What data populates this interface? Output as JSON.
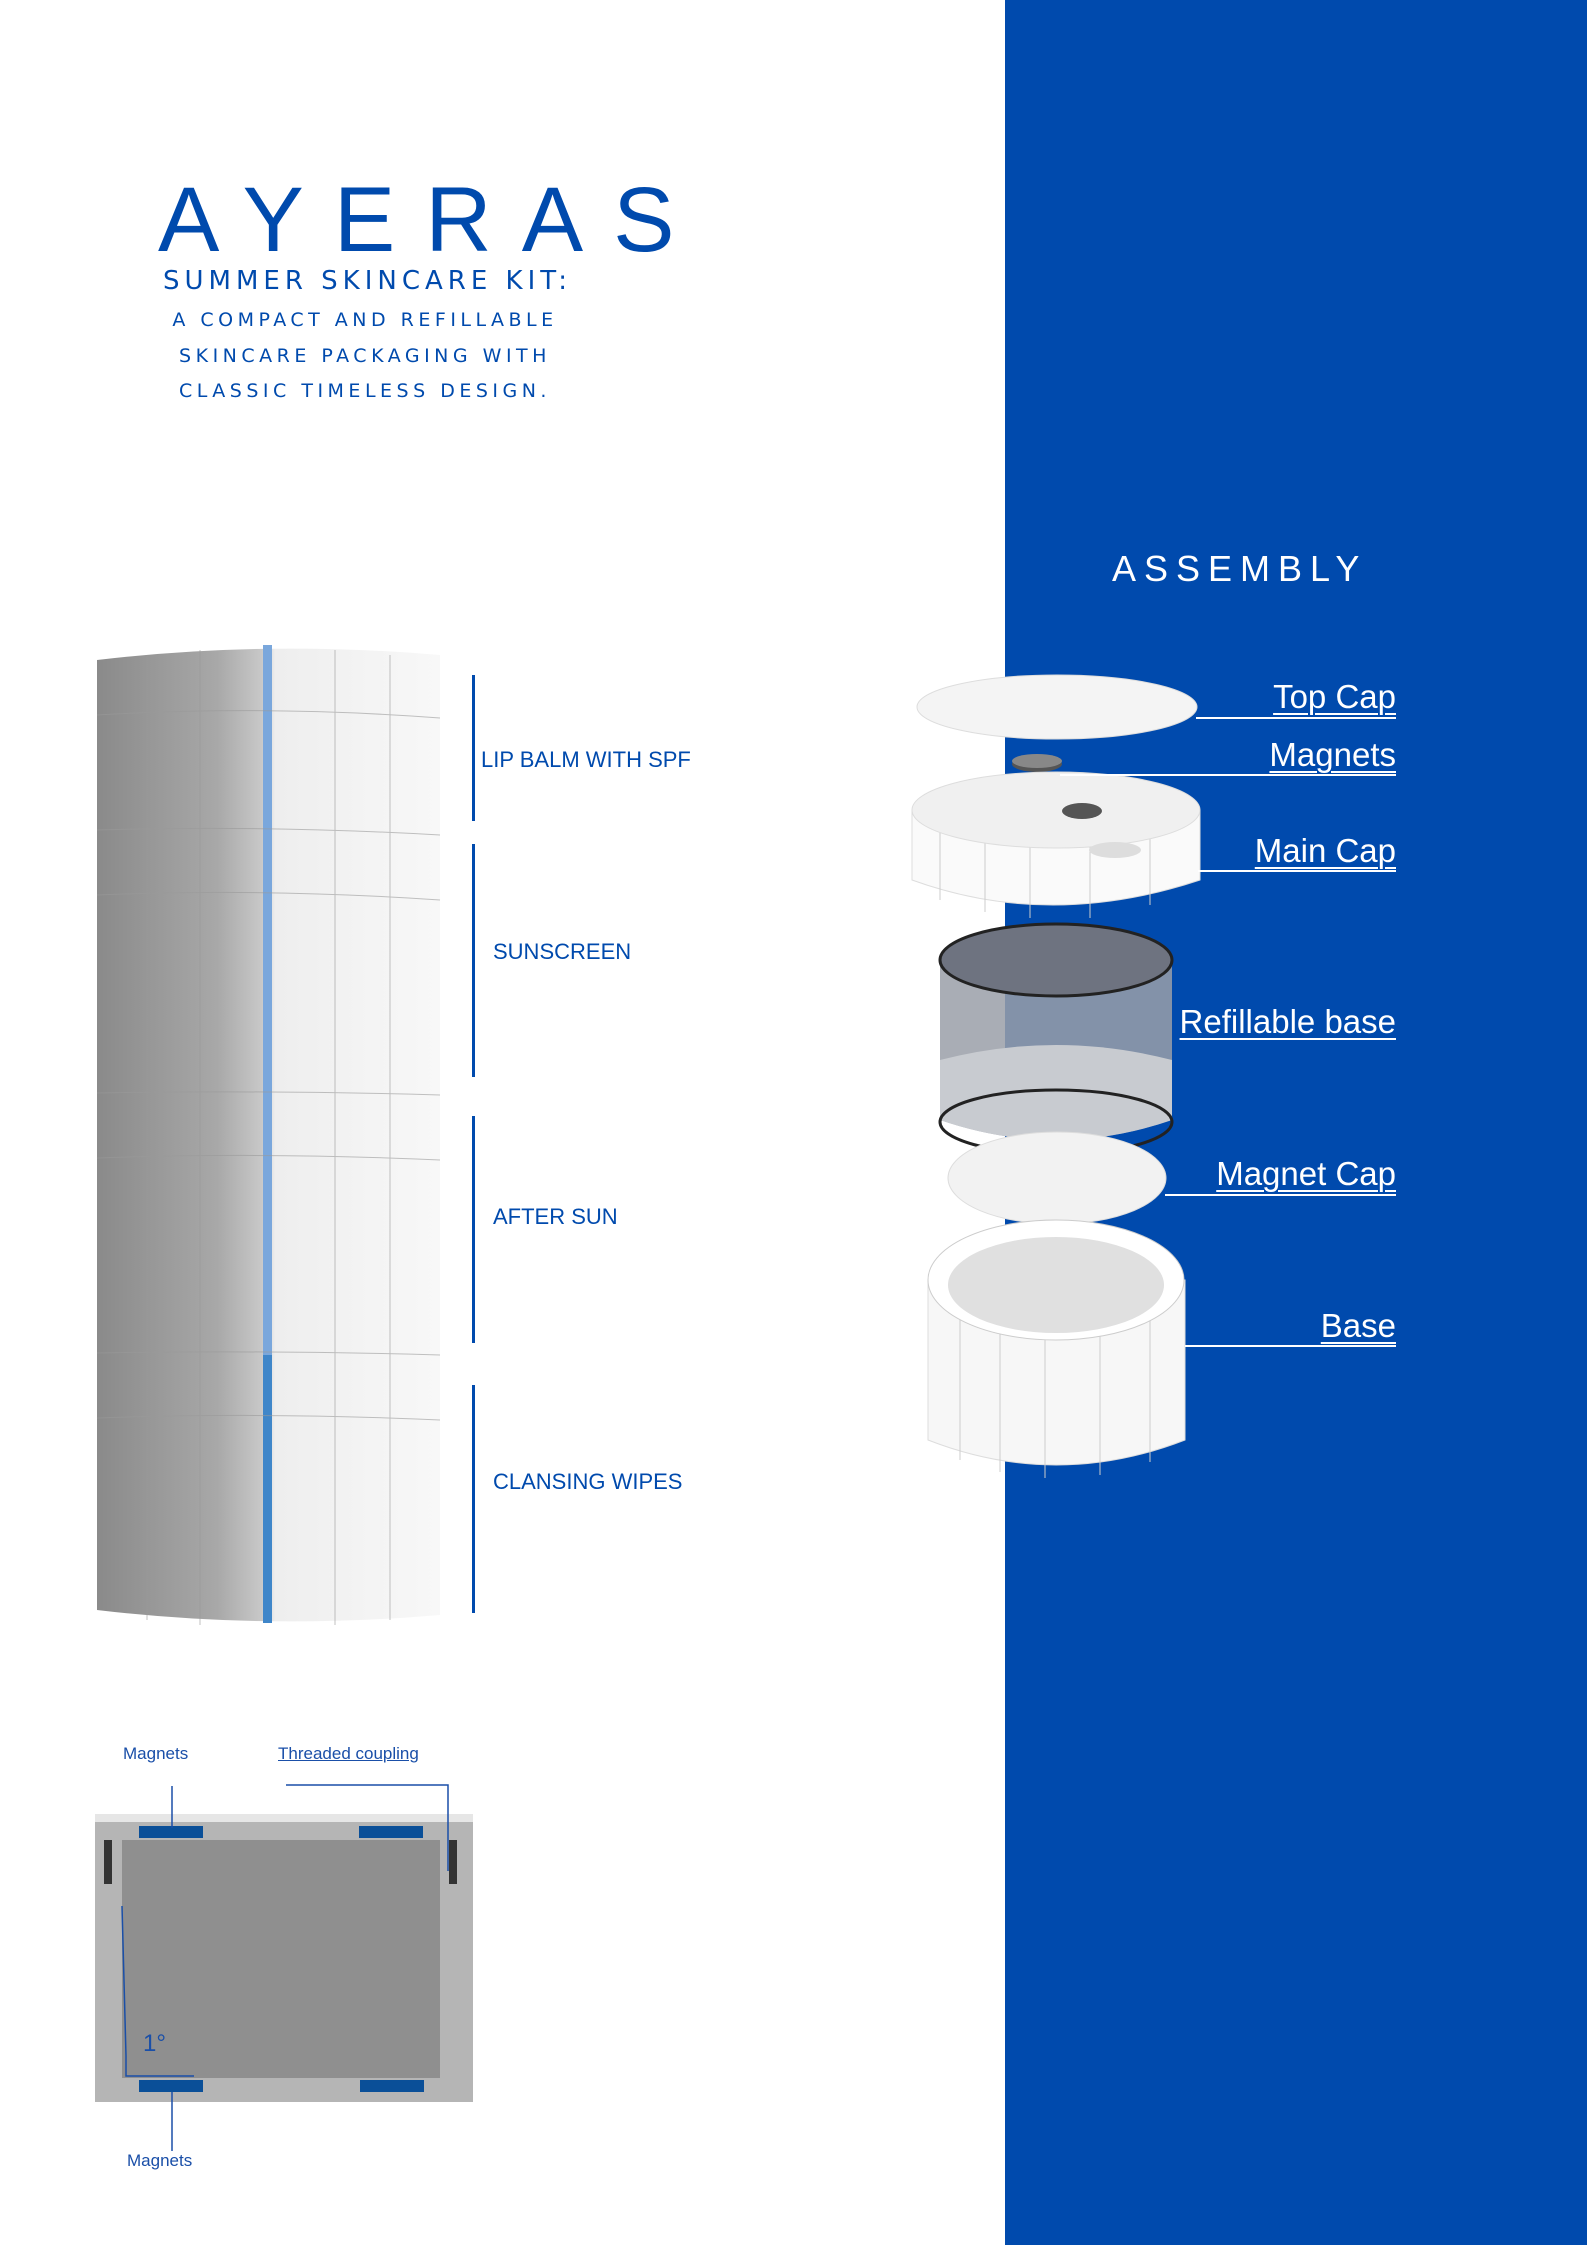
{
  "header": {
    "brand": "AYERAS",
    "subtitle": "SUMMER SKINCARE KIT:",
    "tagline": [
      "A COMPACT AND REFILLABLE",
      "SKINCARE PACKAGING WITH",
      "CLASSIC TIMELESS DESIGN."
    ]
  },
  "tube_sections": [
    "LIP BALM WITH SPF",
    "SUNSCREEN",
    "AFTER SUN",
    "CLANSING WIPES"
  ],
  "assembly": {
    "title": "ASSEMBLY",
    "parts": [
      "Top Cap",
      "Magnets",
      "Main Cap",
      "Refillable base",
      "Magnet Cap",
      "Base"
    ]
  },
  "cross_section": {
    "top_label": "Magnets",
    "coupling_label": "Threaded coupling",
    "angle": "1°",
    "bottom_label": "Magnets"
  },
  "colors": {
    "brand_blue": "#004aad",
    "panel": "#004aad"
  }
}
